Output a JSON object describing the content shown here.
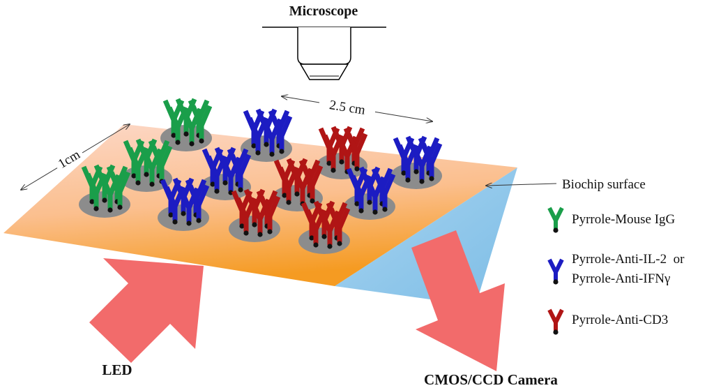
{
  "labels": {
    "microscope": "Microscope",
    "width_dim": "2.5 cm",
    "depth_dim": "1cm",
    "surface": "Biochip surface",
    "led": "LED",
    "camera": "CMOS/CCD Camera"
  },
  "legend": [
    {
      "lines": [
        "Pyrrole-Mouse IgG"
      ],
      "color": "#1a9e4a",
      "icon": "antibody-y-icon"
    },
    {
      "lines": [
        "Pyrrole-Anti-IL-2  or",
        "Pyrrole-Anti-IFNγ"
      ],
      "color": "#1c1cc2",
      "icon": "antibody-y-icon"
    },
    {
      "lines": [
        "Pyrrole-Anti-CD3"
      ],
      "color": "#b01515",
      "icon": "antibody-y-icon"
    }
  ],
  "colors": {
    "green": "#1a9e4a",
    "blue": "#1c1cc2",
    "red": "#b01515",
    "spot": "#8c8c8c",
    "arrow": "#f26b6b",
    "prism": "#8ec6ea",
    "surface_top": "#fcd4c2",
    "surface_bottom": "#f5a02a"
  },
  "spots": [
    {
      "color": "green"
    },
    {
      "color": "green"
    },
    {
      "color": "green"
    },
    {
      "color": "blue"
    },
    {
      "color": "blue"
    },
    {
      "color": "blue"
    },
    {
      "color": "red"
    },
    {
      "color": "red"
    },
    {
      "color": "red"
    },
    {
      "color": "blue"
    },
    {
      "color": "blue"
    },
    {
      "color": "red"
    }
  ]
}
